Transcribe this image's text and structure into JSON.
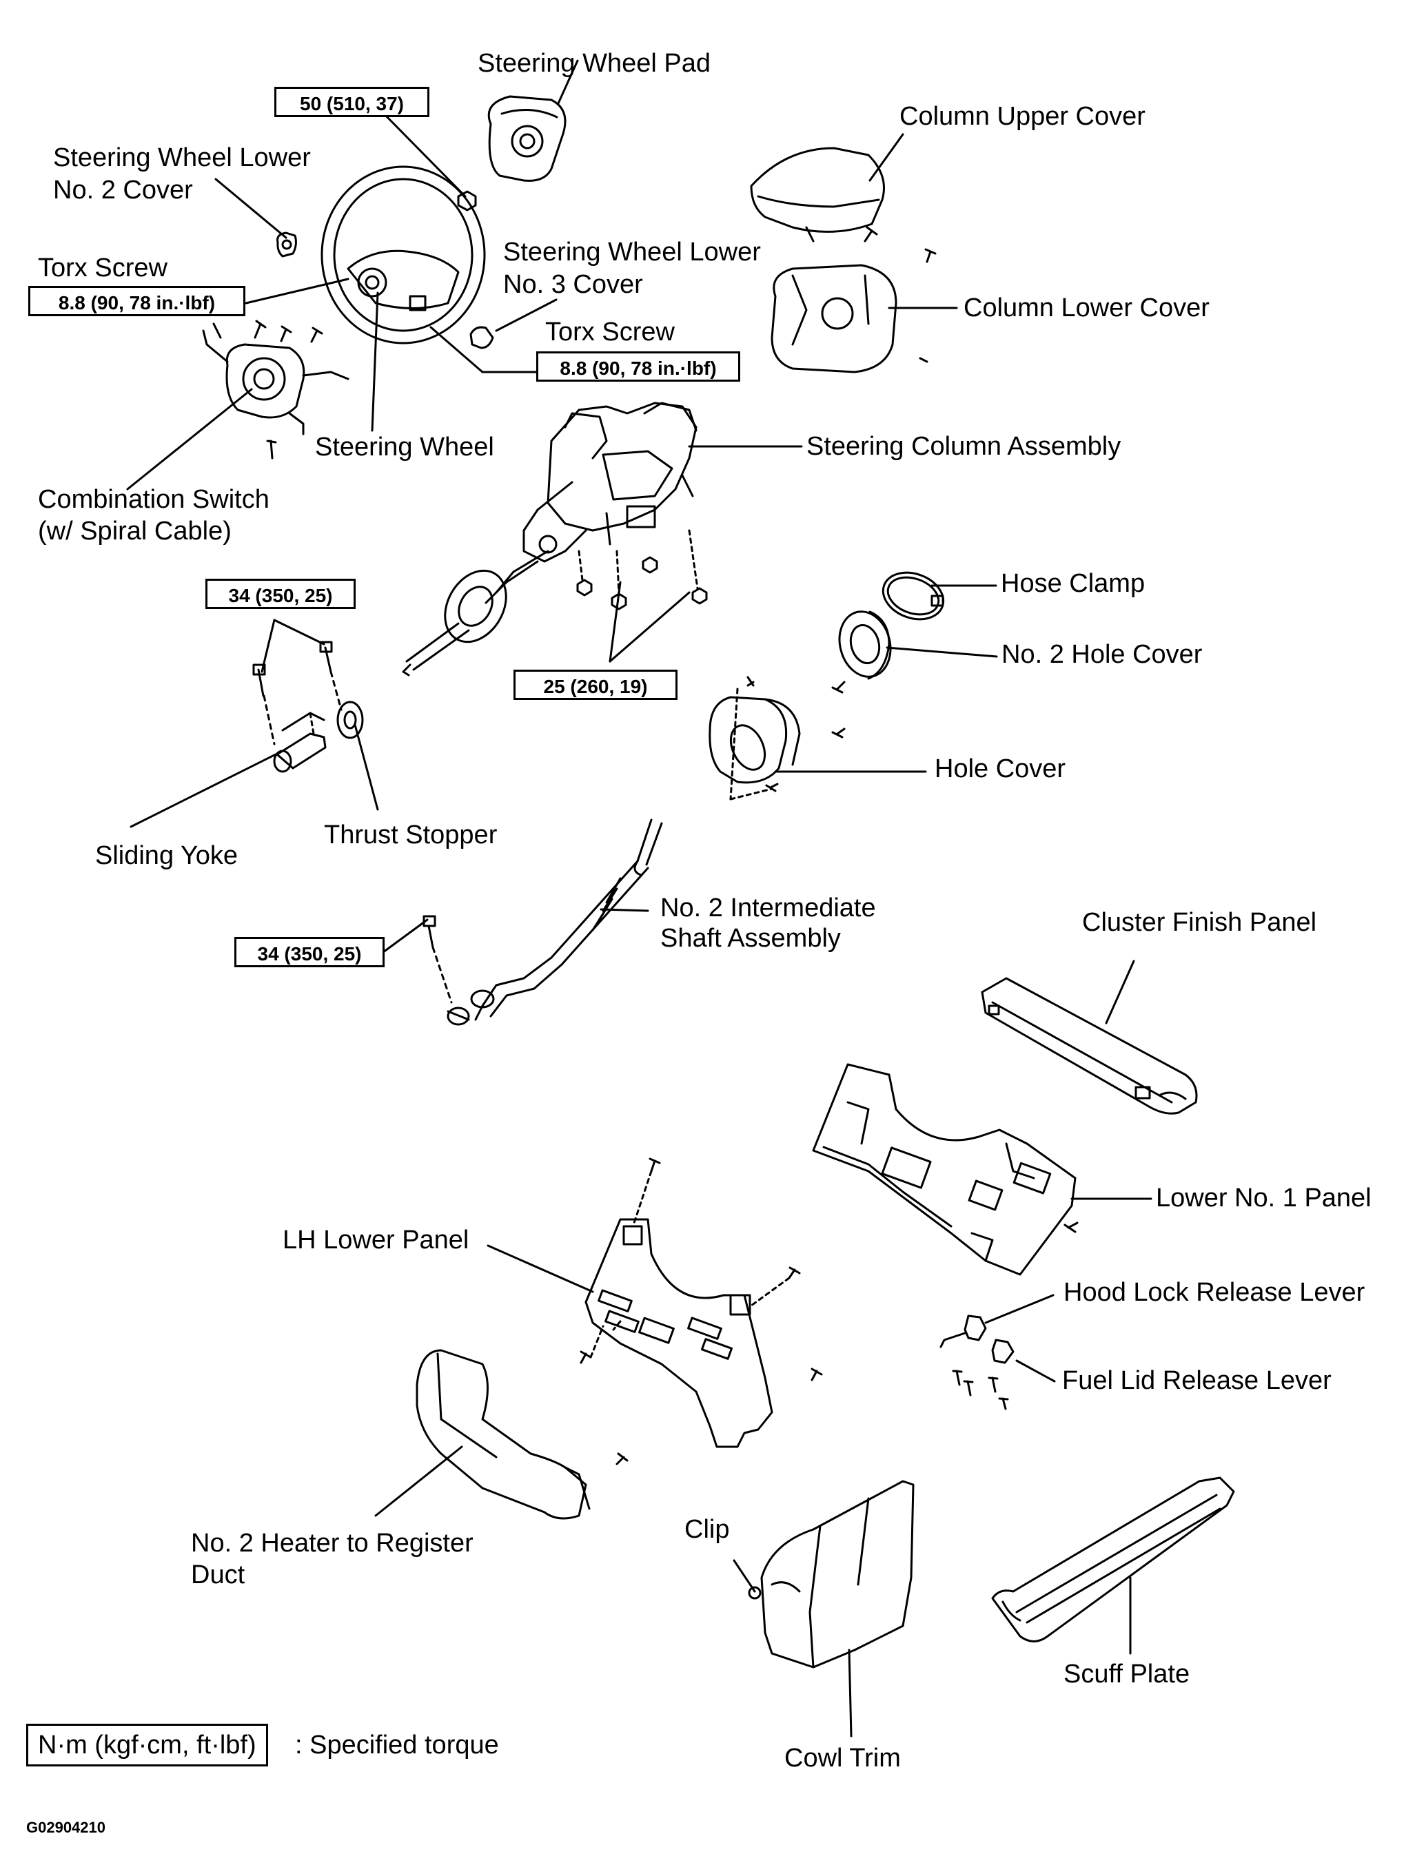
{
  "labels": {
    "steering_wheel_pad": "Steering Wheel Pad",
    "column_upper_cover": "Column Upper Cover",
    "steering_wheel_lower_no2_cover_l1": "Steering Wheel Lower",
    "steering_wheel_lower_no2_cover_l2": "No. 2 Cover",
    "torx_screw_1": "Torx Screw",
    "steering_wheel_lower_no3_cover_l1": "Steering Wheel Lower",
    "steering_wheel_lower_no3_cover_l2": "No. 3 Cover",
    "column_lower_cover": "Column Lower Cover",
    "torx_screw_2": "Torx Screw",
    "steering_wheel": "Steering Wheel",
    "steering_column_assembly": "Steering Column Assembly",
    "combination_switch_l1": "Combination Switch",
    "combination_switch_l2": "(w/ Spiral Cable)",
    "hose_clamp": "Hose Clamp",
    "no2_hole_cover": "No. 2 Hole Cover",
    "hole_cover": "Hole Cover",
    "thrust_stopper": "Thrust Stopper",
    "sliding_yoke": "Sliding Yoke",
    "no2_intermediate_shaft_l1": "No. 2 Intermediate",
    "no2_intermediate_shaft_l2": "Shaft Assembly",
    "cluster_finish_panel": "Cluster Finish Panel",
    "lower_no1_panel": "Lower No. 1 Panel",
    "lh_lower_panel": "LH Lower Panel",
    "hood_lock_release_lever": "Hood Lock Release Lever",
    "fuel_lid_release_lever": "Fuel Lid Release Lever",
    "no2_heater_duct_l1": "No. 2 Heater to Register",
    "no2_heater_duct_l2": "Duct",
    "clip": "Clip",
    "scuff_plate": "Scuff Plate",
    "cowl_trim": "Cowl Trim"
  },
  "torques": {
    "pad_nut": "50 (510, 37)",
    "torx_1": "8.8 (90, 78 in.·lbf)",
    "torx_2": "8.8 (90, 78 in.·lbf)",
    "yoke_bolts": "34 (350, 25)",
    "column_nuts": "25 (260, 19)",
    "shaft_bolt": "34 (350, 25)"
  },
  "legend": {
    "unit_box": "N·m (kgf·cm, ft·lbf)",
    "description": ": Specified torque"
  },
  "figure_code": "G02904210"
}
